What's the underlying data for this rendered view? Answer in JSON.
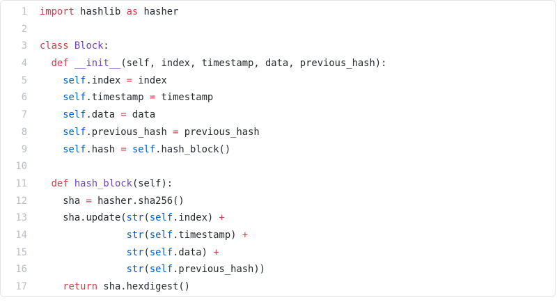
{
  "app": {
    "name": "code-viewer",
    "language": "python"
  },
  "colors": {
    "keyword": "#d73a49",
    "entity": "#6f42c1",
    "builtin": "#005cc5",
    "plain": "#24292e",
    "line_number": "#b9bec3",
    "border": "#e1e4e8",
    "background": "#ffffff"
  },
  "code": {
    "lines": [
      {
        "n": "1",
        "t": [
          [
            "keyword",
            "import"
          ],
          [
            "plain",
            " hashlib "
          ],
          [
            "keyword",
            "as"
          ],
          [
            "plain",
            " hasher"
          ]
        ]
      },
      {
        "n": "2",
        "t": []
      },
      {
        "n": "3",
        "t": [
          [
            "keyword",
            "class"
          ],
          [
            "plain",
            " "
          ],
          [
            "entity",
            "Block"
          ],
          [
            "plain",
            ":"
          ]
        ]
      },
      {
        "n": "4",
        "t": [
          [
            "plain",
            "  "
          ],
          [
            "keyword",
            "def"
          ],
          [
            "plain",
            " "
          ],
          [
            "entity",
            "__init__"
          ],
          [
            "plain",
            "(self, index, timestamp, data, previous_hash):"
          ]
        ]
      },
      {
        "n": "5",
        "t": [
          [
            "plain",
            "    "
          ],
          [
            "builtin",
            "self"
          ],
          [
            "plain",
            ".index "
          ],
          [
            "keyword",
            "="
          ],
          [
            "plain",
            " index"
          ]
        ]
      },
      {
        "n": "6",
        "t": [
          [
            "plain",
            "    "
          ],
          [
            "builtin",
            "self"
          ],
          [
            "plain",
            ".timestamp "
          ],
          [
            "keyword",
            "="
          ],
          [
            "plain",
            " timestamp"
          ]
        ]
      },
      {
        "n": "7",
        "t": [
          [
            "plain",
            "    "
          ],
          [
            "builtin",
            "self"
          ],
          [
            "plain",
            ".data "
          ],
          [
            "keyword",
            "="
          ],
          [
            "plain",
            " data"
          ]
        ]
      },
      {
        "n": "8",
        "t": [
          [
            "plain",
            "    "
          ],
          [
            "builtin",
            "self"
          ],
          [
            "plain",
            ".previous_hash "
          ],
          [
            "keyword",
            "="
          ],
          [
            "plain",
            " previous_hash"
          ]
        ]
      },
      {
        "n": "9",
        "t": [
          [
            "plain",
            "    "
          ],
          [
            "builtin",
            "self"
          ],
          [
            "plain",
            ".hash "
          ],
          [
            "keyword",
            "="
          ],
          [
            "plain",
            " "
          ],
          [
            "builtin",
            "self"
          ],
          [
            "plain",
            ".hash_block()"
          ]
        ]
      },
      {
        "n": "10",
        "t": []
      },
      {
        "n": "11",
        "t": [
          [
            "plain",
            "  "
          ],
          [
            "keyword",
            "def"
          ],
          [
            "plain",
            " "
          ],
          [
            "entity",
            "hash_block"
          ],
          [
            "plain",
            "(self):"
          ]
        ]
      },
      {
        "n": "12",
        "t": [
          [
            "plain",
            "    sha "
          ],
          [
            "keyword",
            "="
          ],
          [
            "plain",
            " hasher.sha256()"
          ]
        ]
      },
      {
        "n": "13",
        "t": [
          [
            "plain",
            "    sha.update("
          ],
          [
            "builtin",
            "str"
          ],
          [
            "plain",
            "("
          ],
          [
            "builtin",
            "self"
          ],
          [
            "plain",
            ".index) "
          ],
          [
            "keyword",
            "+"
          ]
        ]
      },
      {
        "n": "14",
        "t": [
          [
            "plain",
            "               "
          ],
          [
            "builtin",
            "str"
          ],
          [
            "plain",
            "("
          ],
          [
            "builtin",
            "self"
          ],
          [
            "plain",
            ".timestamp) "
          ],
          [
            "keyword",
            "+"
          ]
        ]
      },
      {
        "n": "15",
        "t": [
          [
            "plain",
            "               "
          ],
          [
            "builtin",
            "str"
          ],
          [
            "plain",
            "("
          ],
          [
            "builtin",
            "self"
          ],
          [
            "plain",
            ".data) "
          ],
          [
            "keyword",
            "+"
          ]
        ]
      },
      {
        "n": "16",
        "t": [
          [
            "plain",
            "               "
          ],
          [
            "builtin",
            "str"
          ],
          [
            "plain",
            "("
          ],
          [
            "builtin",
            "self"
          ],
          [
            "plain",
            ".previous_hash))"
          ]
        ]
      },
      {
        "n": "17",
        "t": [
          [
            "plain",
            "    "
          ],
          [
            "keyword",
            "return"
          ],
          [
            "plain",
            " sha.hexdigest()"
          ]
        ]
      }
    ]
  }
}
